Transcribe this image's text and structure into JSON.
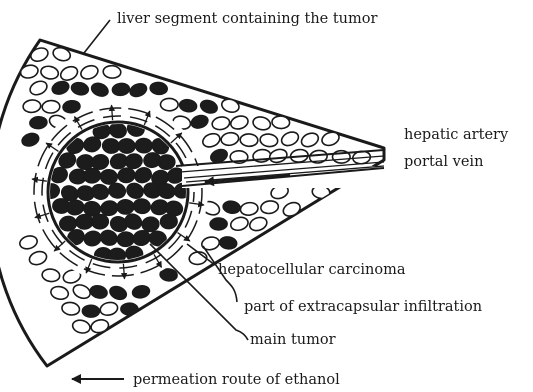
{
  "labels": {
    "liver_segment": "liver segment containing the tumor",
    "hepatic_artery": "hepatic artery",
    "portal_vein": "portal vein",
    "hcc": "hepatocellular carcinoma",
    "extracapsular": "part of extracapsular infiltration",
    "main_tumor": "main tumor",
    "legend_route": "permeation route of ethanol"
  },
  "colors": {
    "ink": "#1a1a1a",
    "tumor_cell": "#1c1c1c",
    "normal_cell": "#ffffff",
    "background": "#ffffff"
  }
}
